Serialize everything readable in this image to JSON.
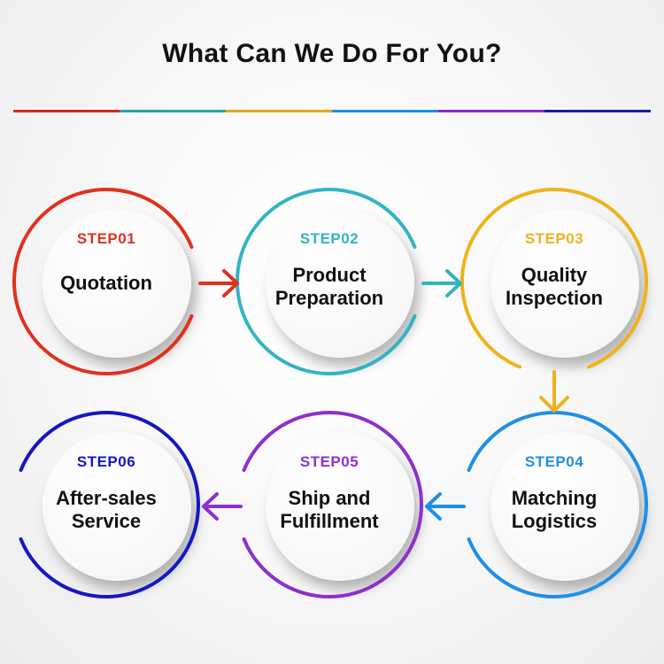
{
  "title": "What Can We Do For You?",
  "rule_colors": [
    "#d9261c",
    "#2aa0a8",
    "#e8a51a",
    "#1a8fe0",
    "#8a2bc9",
    "#1a1aa8"
  ],
  "steps": [
    {
      "label": "STEP01",
      "name": "Quotation",
      "color": "#e0311e"
    },
    {
      "label": "STEP02",
      "name": "Product\nPreparation",
      "color": "#33b3c2"
    },
    {
      "label": "STEP03",
      "name": "Quality\nInspection",
      "color": "#eeb21c"
    },
    {
      "label": "STEP04",
      "name": "Matching\nLogistics",
      "color": "#1f8fe6"
    },
    {
      "label": "STEP05",
      "name": "Ship and\nFulfillment",
      "color": "#8e2fcb"
    },
    {
      "label": "STEP06",
      "name": "After-sales\nService",
      "color": "#1616c4"
    }
  ]
}
